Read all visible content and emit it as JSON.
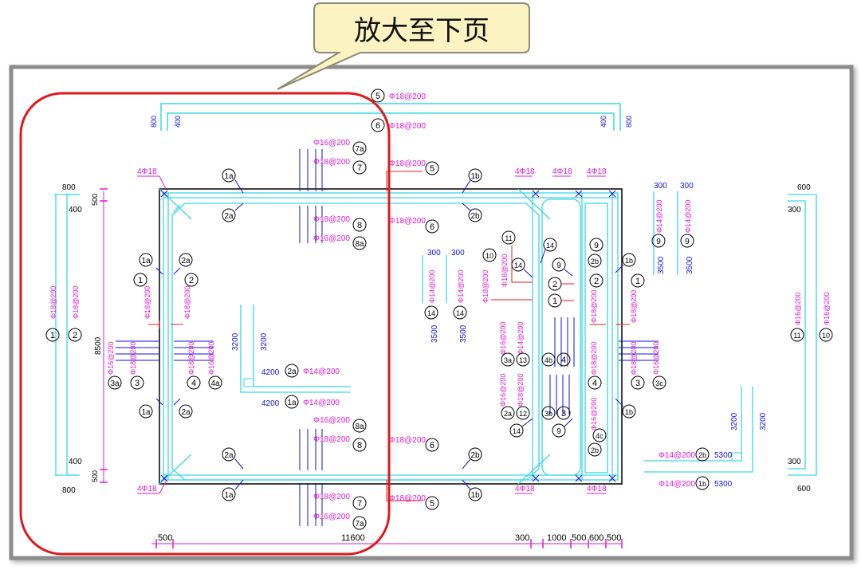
{
  "callout": {
    "text": "放大至下页"
  },
  "colors": {
    "slab": "#39d7e8",
    "rebar": "#e018d6",
    "red": "#e02020",
    "blue": "#1010e0",
    "black": "#000000",
    "callout_fill": "#fbf3c2",
    "callout_stroke": "#8a8a70",
    "frame": "#8c8c8c",
    "highlight": "#e0181c"
  },
  "top_bars": {
    "bar5": {
      "num": "5",
      "spec": "Φ18@200"
    },
    "bar6": {
      "num": "6",
      "spec": "Φ18@200"
    },
    "dim_800": "800",
    "dim_400": "400"
  },
  "left_dims": {
    "d800_top": "800",
    "d400_top": "400",
    "d500_top": "500",
    "d8500": "8500",
    "d400_bot": "400",
    "d800_bot": "800",
    "d500_bot": "500",
    "bar1": {
      "num": "1",
      "spec": "Φ18@200"
    },
    "bar2": {
      "num": "2",
      "spec": "Φ18@200"
    },
    "spec_4x18_top": "4Φ18",
    "spec_4x18_bot": "4Φ18"
  },
  "bottom_dims": [
    "500",
    "11600",
    "300",
    "1000",
    "500",
    "600",
    "500"
  ],
  "left_chamber": {
    "b1a_top": "1a",
    "b2a_top": "2a",
    "b1a_mid": "1a",
    "b2a_mid": "2a",
    "b1": "1",
    "b2": "2",
    "spec_b1": "Φ18@200",
    "spec_b2": "Φ18@200",
    "b1a_low": "1a",
    "b2a_low": "2a",
    "b3a": "3a",
    "b3": "3",
    "b4": "4",
    "b4a": "4a",
    "spec_3a": "Φ16@200",
    "spec_3": "Φ18@200",
    "spec_4": "Φ18@200",
    "spec_4a": "Φ16@200",
    "b2a_bot": "2a",
    "b1a_bot": "1a",
    "dim_3200a": "3200",
    "dim_3200b": "3200",
    "dim_4200a": "4200",
    "dim_4200b": "4200",
    "bar2a_spec": "Φ14@200",
    "bar1a_spec": "Φ14@200",
    "b2a_label": "2a",
    "b1a_label": "1a"
  },
  "top_stack": {
    "r7a": {
      "num": "7a",
      "spec": "Φ16@200"
    },
    "r7": {
      "num": "7",
      "spec": "Φ18@200"
    },
    "r8": {
      "num": "8",
      "spec": "Φ18@200"
    },
    "r8a": {
      "num": "8a",
      "spec": "Φ16@200"
    }
  },
  "bottom_stack": {
    "r8a": {
      "num": "8a",
      "spec": "Φ16@200"
    },
    "r8": {
      "num": "8",
      "spec": "Φ18@200"
    },
    "r7": {
      "num": "7",
      "spec": "Φ18@200"
    },
    "r7a": {
      "num": "7a",
      "spec": "Φ16@200"
    }
  },
  "mid_bars": {
    "top5": {
      "num": "5",
      "spec": "Φ18@200"
    },
    "top6": {
      "num": "6",
      "spec": "Φ18@200"
    },
    "bot6": {
      "num": "6",
      "spec": "Φ18@200"
    },
    "bot5": {
      "num": "5",
      "spec": "Φ18@200"
    },
    "b1b_top": "1b",
    "b2b_top": "2b",
    "b2b_bot": "2b",
    "b1b_bot": "1b"
  },
  "right_chamber": {
    "spec_4x18_a": "4Φ18",
    "spec_4x18_b": "4Φ18",
    "spec_4x18_c": "4Φ18",
    "spec_4x18_d": "4Φ18",
    "spec_4x18_e": "4Φ18",
    "b11": "11",
    "b10": "10",
    "b14_top": "14",
    "b14": "14",
    "spec_10": "Φ18@200",
    "b9": "9",
    "b9_top": "9",
    "b2b": "2b",
    "b1b": "1b",
    "b2": "2",
    "b1": "1",
    "b2_r": "2",
    "b1_r": "1",
    "spec_1r": "Φ18@200",
    "spec_2r": "Φ18@200",
    "b3a": "3a",
    "b13": "13",
    "b4b": "4b",
    "b4": "4",
    "spec_3a": "Φ16@200",
    "spec_13": "Φ14@200",
    "b2a": "2a",
    "b12": "12",
    "b3b": "3b",
    "b3": "3",
    "spec_2a": "Φ16@200",
    "spec_12": "Φ18@200",
    "b14_bot": "14",
    "b9_bot": "9",
    "b4_r": "4",
    "b4c": "4c",
    "b2b_r": "2b",
    "b1b_r": "1b",
    "spec_4": "Φ18@200",
    "spec_4c": "Φ16@200",
    "b3_r": "3",
    "b3c": "3c",
    "spec_3r": "Φ18@200",
    "spec_3c": "Φ16@200",
    "dim_300a": "300",
    "dim_300b": "300",
    "dim_3500a": "3500",
    "dim_3500b": "3500",
    "bar14a_spec": "Φ14@200",
    "bar14b_spec": "Φ14@200"
  },
  "far_right": {
    "dim_300a": "300",
    "dim_300b": "300",
    "dim_3500a": "3500",
    "dim_3500b": "3500",
    "b9a": "9",
    "b9b": "9",
    "spec_9a": "Φ14@200",
    "spec_9b": "Φ14@200",
    "dim_600_top": "600",
    "dim_300_top": "300",
    "dim_300_bot": "300",
    "dim_600_bot": "600",
    "b11": "11",
    "b10": "10",
    "spec_11": "Φ16@200",
    "spec_10": "Φ16@200",
    "dim_3200a": "3200",
    "dim_3200b": "3200",
    "b2b": "2b",
    "b1b": "1b",
    "spec_2b": "Φ14@200",
    "spec_1b": "Φ14@200",
    "dim_5300a": "5300",
    "dim_5300b": "5300"
  }
}
